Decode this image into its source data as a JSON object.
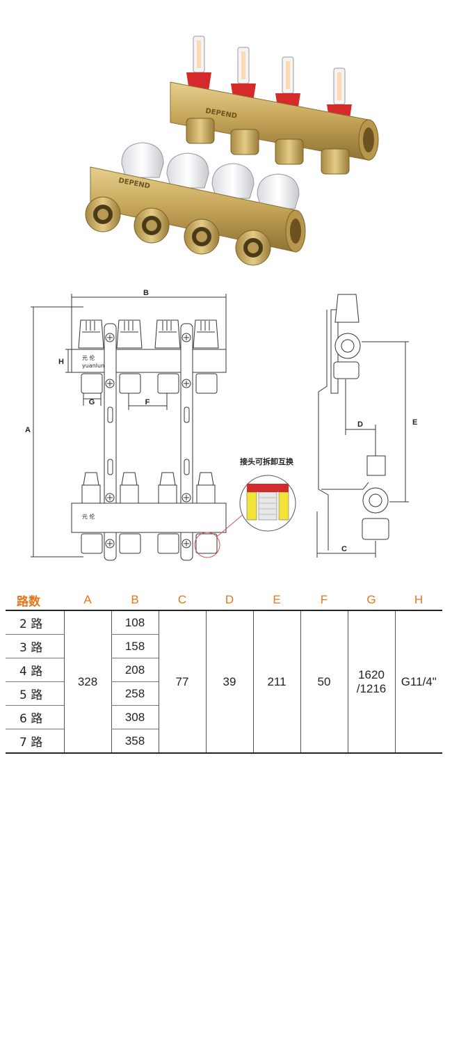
{
  "drawing": {
    "front_labels": {
      "A": "A",
      "B": "B",
      "F": "F",
      "G": "G",
      "H": "H"
    },
    "side_labels": {
      "C": "C",
      "D": "D",
      "E": "E"
    },
    "logo_cn": "元 伦",
    "logo_en": "yuanlun",
    "detail_caption": "接头可拆卸互换"
  },
  "photo": {
    "brand": "DEPEND"
  },
  "table": {
    "headers": [
      "路数",
      "A",
      "B",
      "C",
      "D",
      "E",
      "F",
      "G",
      "H"
    ],
    "routes": [
      "2 路",
      "3 路",
      "4 路",
      "5 路",
      "6 路",
      "7 路"
    ],
    "b_values": [
      "108",
      "158",
      "208",
      "258",
      "308",
      "358"
    ],
    "a_value": "328",
    "c_value": "77",
    "d_value": "39",
    "e_value": "211",
    "f_value": "50",
    "g_value_line1": "1620",
    "g_value_line2": "/1216",
    "h_value": "G11/4\""
  },
  "colors": {
    "header_accent": "#e8751a",
    "brass": "#c9a857",
    "flowmeter_red": "#d42a2a"
  }
}
